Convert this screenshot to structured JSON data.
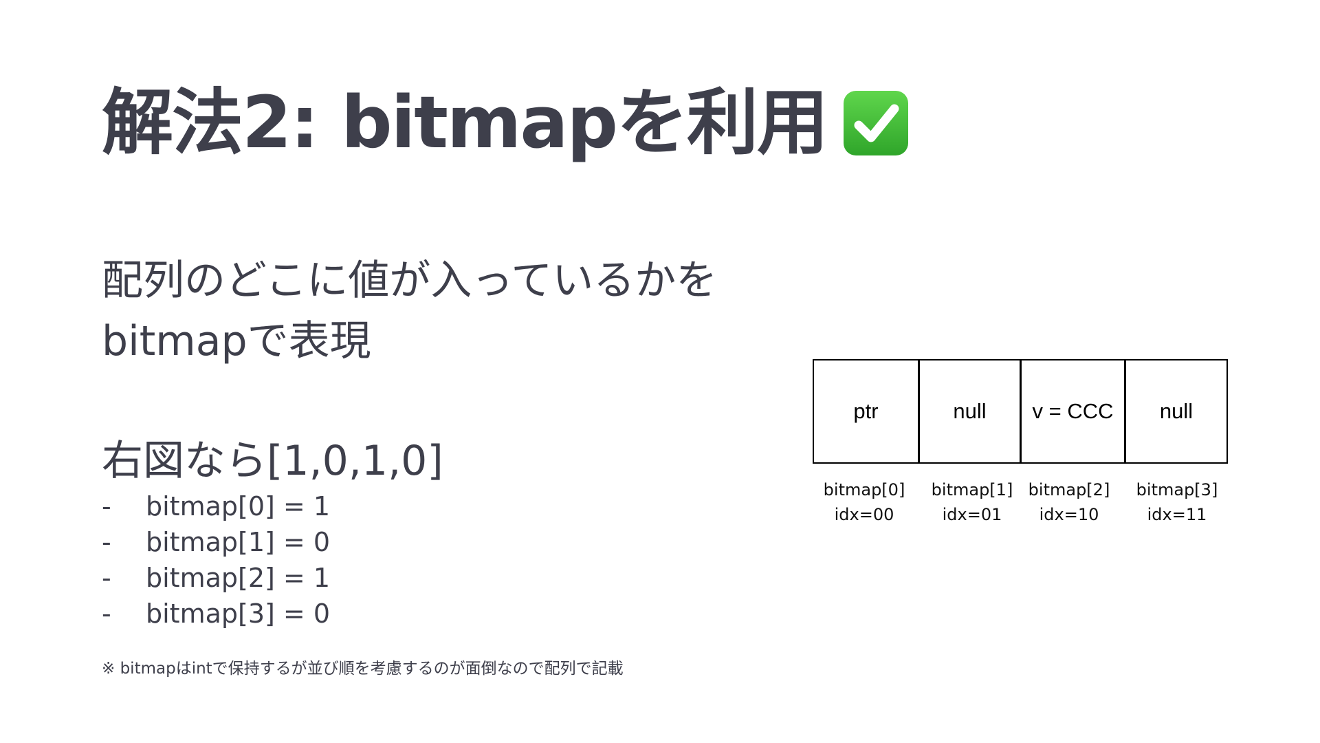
{
  "title": "解法2: bitmapを利用",
  "title_icon": "check-mark-button-icon",
  "colors": {
    "text": "#3e3f4b",
    "check_green": "#3cb335",
    "diagram_border": "#000000"
  },
  "description": {
    "line1": "配列のどこに値が入っているかを",
    "line2": "bitmapで表現"
  },
  "example": {
    "heading": "右図なら[1,0,1,0]",
    "bullets": [
      {
        "marker": "-",
        "text": "bitmap[0] = 1"
      },
      {
        "marker": "-",
        "text": "bitmap[1] = 0"
      },
      {
        "marker": "-",
        "text": "bitmap[2] = 1"
      },
      {
        "marker": "-",
        "text": "bitmap[3] = 0"
      }
    ]
  },
  "note": "※ bitmapはintで保持するが並び順を考慮するのが面倒なので配列で記載",
  "diagram": {
    "cells": [
      {
        "value": "ptr",
        "name": "bitmap[0]",
        "idx": "idx=00"
      },
      {
        "value": "null",
        "name": "bitmap[1]",
        "idx": "idx=01"
      },
      {
        "value": "v = CCC",
        "name": "bitmap[2]",
        "idx": "idx=10"
      },
      {
        "value": "null",
        "name": "bitmap[3]",
        "idx": "idx=11"
      }
    ]
  }
}
